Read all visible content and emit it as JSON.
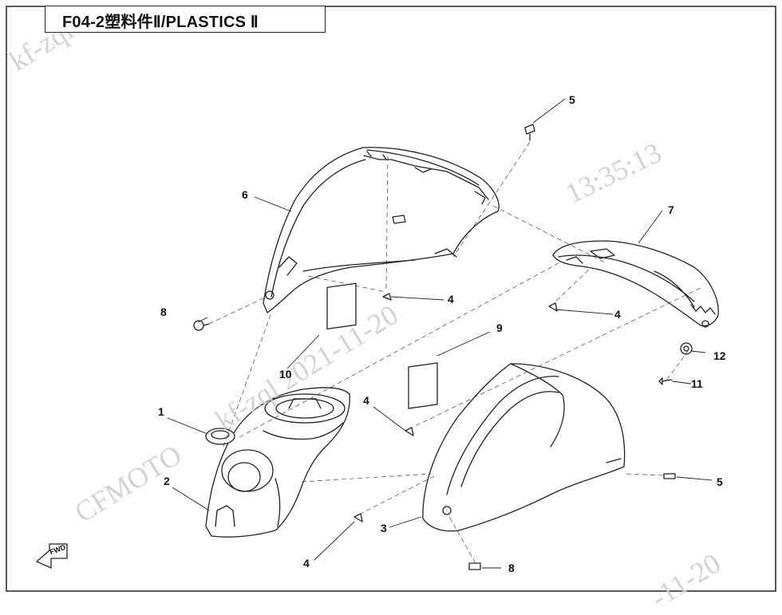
{
  "title": "F04-2塑料件Ⅱ/PLASTICS Ⅱ",
  "callouts": {
    "c1": "1",
    "c2": "2",
    "c3": "3",
    "c4a": "4",
    "c4b": "4",
    "c4c": "4",
    "c4d": "4",
    "c5a": "5",
    "c5b": "5",
    "c6": "6",
    "c7": "7",
    "c8a": "8",
    "c8b": "8",
    "c9": "9",
    "c10": "10",
    "c11": "11",
    "c12": "12"
  },
  "fwd_label": "FWD",
  "watermarks": {
    "w1": "kf-zql",
    "w2": "CFMOTO",
    "w3": "kf-zql 2021-11-20",
    "w4": "13:35:13",
    "w5": "-11-20"
  }
}
